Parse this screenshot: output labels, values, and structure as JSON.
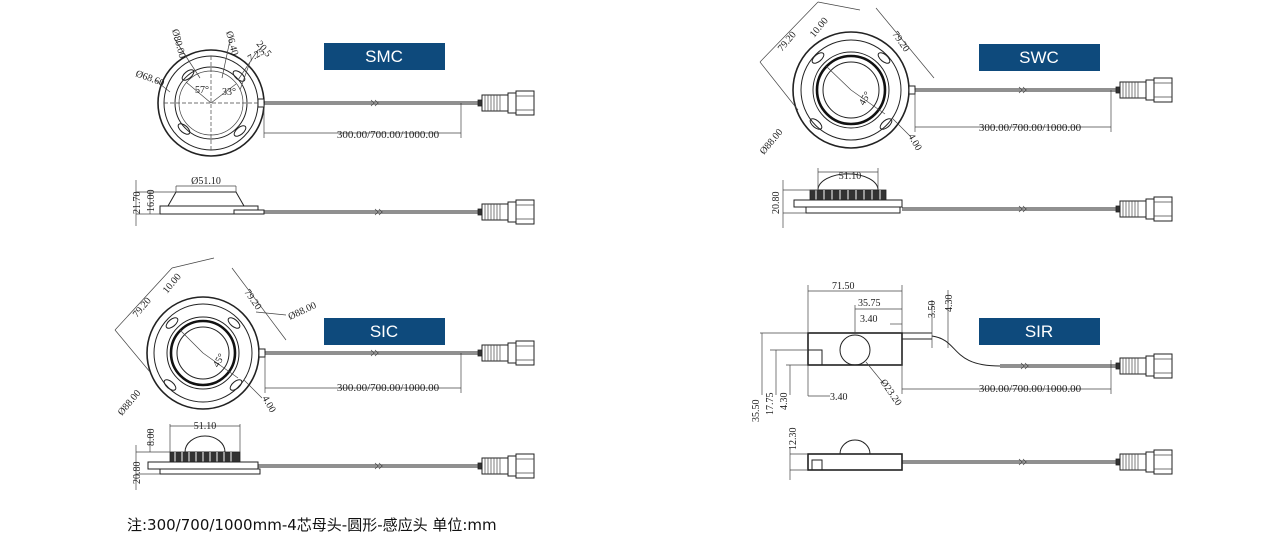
{
  "badges": {
    "smc": "SMC",
    "swc": "SWC",
    "sic": "SIC",
    "sir": "SIR"
  },
  "colors": {
    "badge": "#0e4a7c",
    "line": "#222222"
  },
  "cable_length": "300.00/700.00/1000.00",
  "smc": {
    "d_outer": "Ø80.00",
    "d_inner": "Ø68.60",
    "d_hole": "Ø6.40",
    "dim_a": "20.5",
    "dim_b": "7.25",
    "angle_a": "57°",
    "angle_b": "33°",
    "top_width": "Ø51.10",
    "h_total": "21.70",
    "h_body": "16.00"
  },
  "swc": {
    "dim_a": "79.20",
    "dim_b": "10.00",
    "dim_c": "79.20",
    "d_outer": "Ø88.00",
    "angle": "45°",
    "dim_d": "4.00",
    "top_width": "51.10",
    "height": "20.80"
  },
  "sic": {
    "dim_a": "79.20",
    "dim_b": "10.00",
    "dim_c": "79.20",
    "d_ring": "Ø88.00",
    "d_outer": "Ø88.00",
    "angle": "45°",
    "dim_d": "4.00",
    "top_width": "51.10",
    "h_dome": "8.00",
    "height": "20.80"
  },
  "sir": {
    "width": "71.50",
    "half_width": "35.75",
    "offset_top": "3.40",
    "dim_a": "3.50",
    "dim_b": "4.30",
    "height": "35.50",
    "half_height": "17.75",
    "dim_c": "4.30",
    "offset_bottom": "3.40",
    "d_sensor": "Ø23.20",
    "side_height": "12.30"
  },
  "footnote": "注:300/700/1000mm-4芯母头-圆形-感应头  单位:mm"
}
